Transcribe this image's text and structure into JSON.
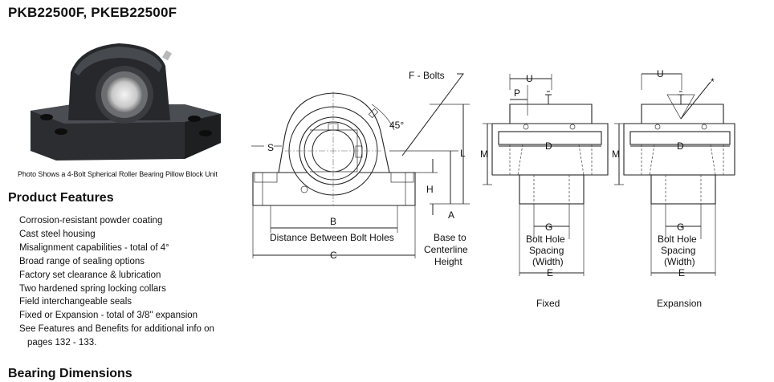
{
  "title": "PKB22500F, PKEB22500F",
  "photo_caption": "Photo Shows a 4-Bolt Spherical Roller Bearing Pillow Block Unit",
  "features_heading": "Product Features",
  "features": [
    "Corrosion-resistant powder coating",
    "Cast steel housing",
    "Misalignment capabilities - total of 4°",
    "Broad range of sealing options",
    "Factory set clearance & lubrication",
    "Two hardened spring locking collars",
    "Field interchangeable seals",
    "Fixed or Expansion - total of 3/8\" expansion",
    "See Features and Benefits for additional info on",
    "pages 132 - 133."
  ],
  "dimensions_heading": "Bearing Dimensions",
  "drawing": {
    "f_bolts": "F - Bolts",
    "angle": "45°",
    "s": "S",
    "l": "L",
    "h": "H",
    "b": "B",
    "b_desc": "Distance Between Bolt Holes",
    "c": "C",
    "a": "A",
    "a_desc_1": "Base to",
    "a_desc_2": "Centerline",
    "a_desc_3": "Height",
    "u": "U",
    "p": "P",
    "m": "M",
    "d": "D",
    "g": "G",
    "g_desc_1": "Bolt Hole",
    "g_desc_2": "Spacing",
    "g_desc_3": "(Width)",
    "e": "E",
    "star": "*",
    "fixed": "Fixed",
    "expansion": "Expansion"
  }
}
